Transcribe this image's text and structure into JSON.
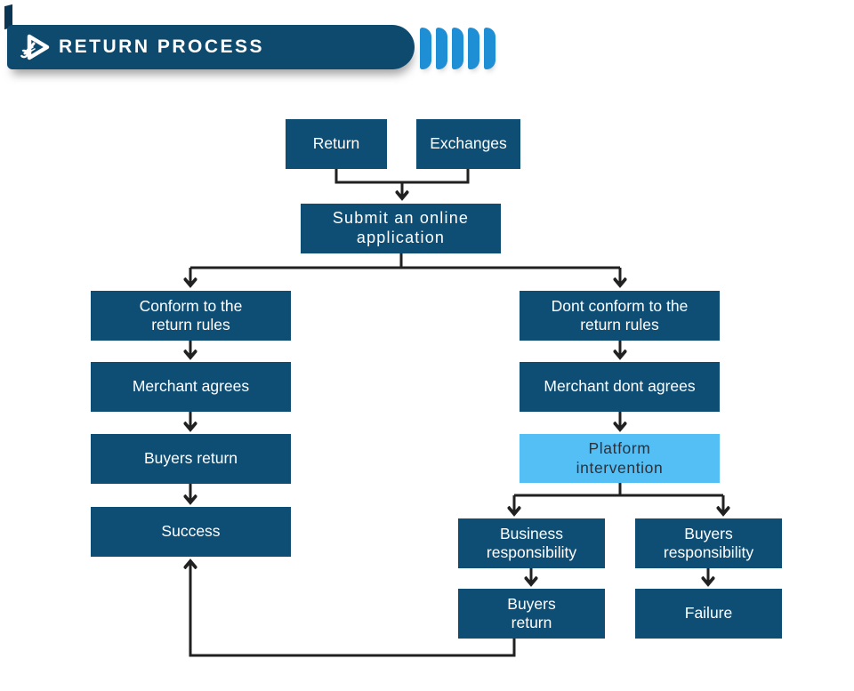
{
  "header": {
    "title": "RETURN PROCESS",
    "banner_color": "#0E4A6D",
    "accent_color": "#1E8FD5",
    "blade_count": 5,
    "logo_icon": "play-triangle-wrench-icon"
  },
  "flowchart": {
    "box_color": "#0F4E74",
    "highlight_color": "#53BFF5",
    "text_color": "#FFFFFF",
    "highlight_text_color": "#2F2F38",
    "line_color": "#212121",
    "nodes": [
      {
        "id": "return",
        "label": "Return"
      },
      {
        "id": "exchanges",
        "label": "Exchanges"
      },
      {
        "id": "submit-application",
        "label": "Submit an online\napplication"
      },
      {
        "id": "conform-rules",
        "label": "Conform to the\nreturn rules"
      },
      {
        "id": "merchant-agrees",
        "label": "Merchant agrees"
      },
      {
        "id": "buyers-return",
        "label": "Buyers return"
      },
      {
        "id": "success",
        "label": "Success"
      },
      {
        "id": "dont-conform-rules",
        "label": "Dont conform to the\nreturn rules"
      },
      {
        "id": "merchant-dont-agrees",
        "label": "Merchant dont agrees"
      },
      {
        "id": "platform-intervention",
        "label": "Platform\nintervention"
      },
      {
        "id": "business-responsibility",
        "label": "Business\nresponsibility"
      },
      {
        "id": "buyers-responsibility",
        "label": "Buyers\nresponsibility"
      },
      {
        "id": "buyers-return-again",
        "label": "Buyers\nreturn"
      },
      {
        "id": "failure",
        "label": "Failure"
      }
    ]
  }
}
